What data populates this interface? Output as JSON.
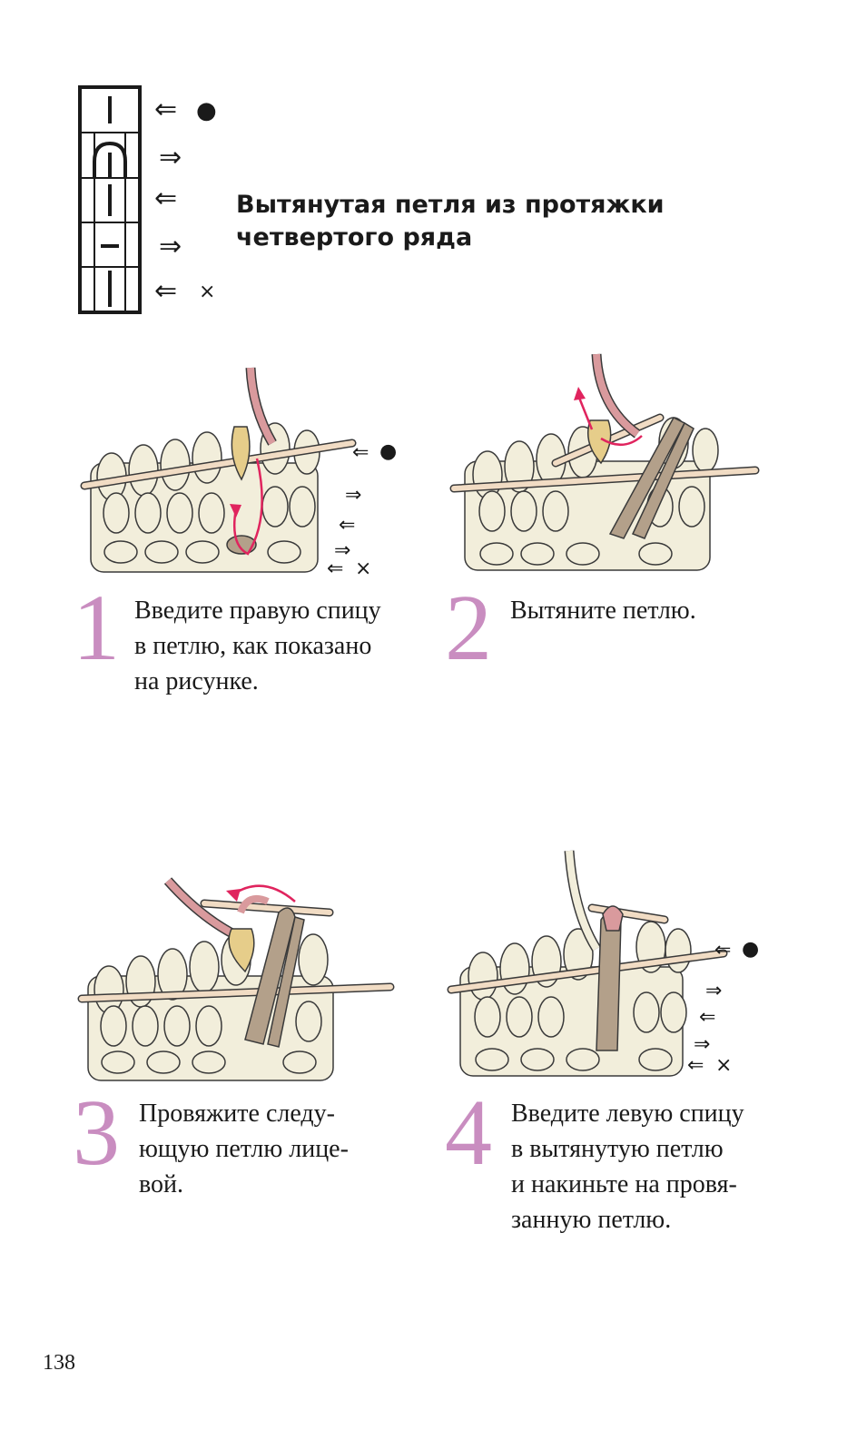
{
  "heading": {
    "line1": "Вытянутая петля из протяжки",
    "line2": "четвертого ряда"
  },
  "chart_symbols": {
    "row_arrows": [
      "⇐",
      "⇒",
      "⇐",
      "⇒",
      "⇐"
    ],
    "first_row_mark": "×",
    "last_row_mark": "●"
  },
  "steps": [
    {
      "number": "1",
      "lines": [
        "Введите правую спицу",
        "в петлю, как показано",
        "на рисунке."
      ]
    },
    {
      "number": "2",
      "lines": [
        "Вытяните петлю."
      ]
    },
    {
      "number": "3",
      "lines": [
        "Провяжите следу-",
        "ющую петлю лице-",
        "вой."
      ]
    },
    {
      "number": "4",
      "lines": [
        "Введите левую спицу",
        "в вытянутую петлю",
        "и накиньте на провя-",
        "занную петлю."
      ]
    }
  ],
  "illustration_labels": {
    "arrows": [
      "⇐",
      "⇒",
      "⇐",
      "⇒",
      "⇐"
    ],
    "dot": "●",
    "cross": "×"
  },
  "page_number": "138",
  "colors": {
    "yarn": "#f2eedb",
    "yarn_outline": "#3a3a3a",
    "needle": "#f1dcc4",
    "pulled_loop": "#b3a08a",
    "pink_yarn": "#d99a9d",
    "yellow_loop": "#e6cd8a",
    "arrow_red": "#e0245e",
    "step_number": "#c98dc0"
  }
}
